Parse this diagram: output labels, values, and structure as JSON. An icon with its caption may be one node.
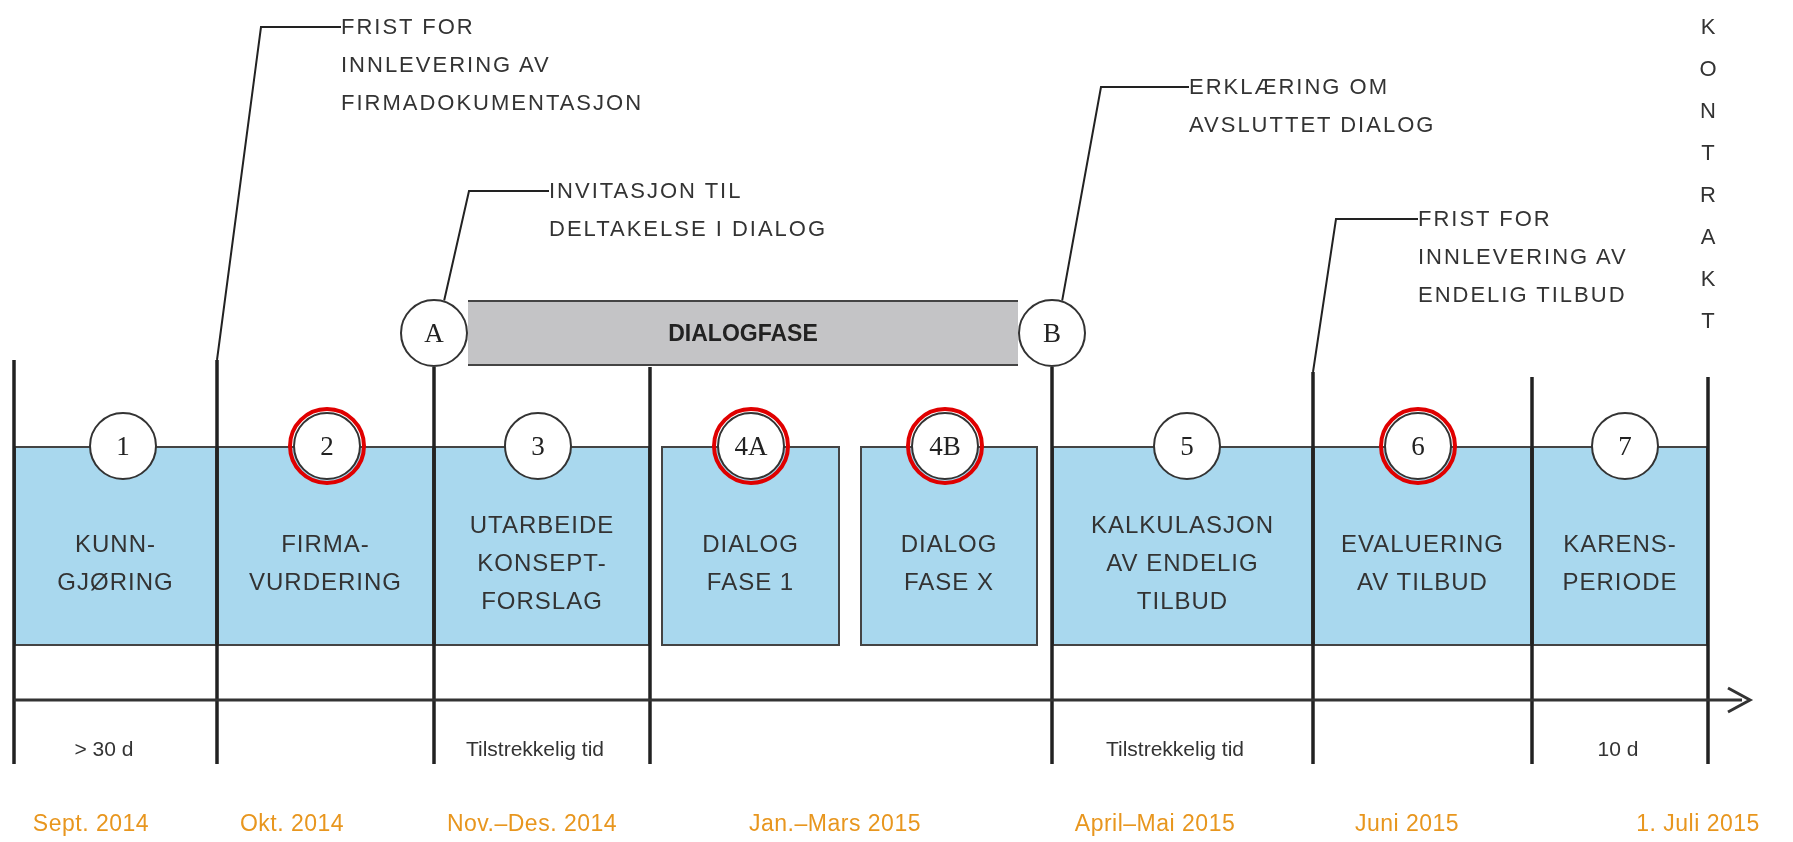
{
  "diagram": {
    "nodes": [
      {
        "text": [
          "FRIST FOR INNLEVERING AV FIRMADOKUMENTASJON"
        ]
      },
      {
        "text": [
          "INVITASJON TIL DELTAKELSE I DIALOG"
        ]
      },
      {
        "text": [
          "ERKLÆRING OM AVSLUTTET DIALOG"
        ]
      },
      {
        "text": [
          "FRIST FOR INNLEVERING AV ENDELIG TILBUD"
        ]
      },
      {
        "text": [
          "DIALOGFASE"
        ]
      },
      {
        "text": [
          "A"
        ]
      },
      {
        "text": [
          "B"
        ]
      },
      {
        "text": [
          "1"
        ]
      },
      {
        "text": [
          "KUNN- GJØRING"
        ]
      },
      {
        "text": [
          "2"
        ]
      },
      {
        "text": [
          "FIRMA- VURDERING"
        ]
      },
      {
        "text": [
          "3"
        ]
      },
      {
        "text": [
          "UTARBEIDE KONSEPT- FORSLAG"
        ]
      },
      {
        "text": [
          "4A"
        ]
      },
      {
        "text": [
          "DIALOG FASE 1"
        ]
      },
      {
        "text": [
          "4B"
        ]
      },
      {
        "text": [
          "DIALOG FASE X"
        ]
      },
      {
        "text": [
          "5"
        ]
      },
      {
        "text": [
          "KALKULASJON AV ENDELIG TILBUD"
        ]
      },
      {
        "text": [
          "6"
        ]
      },
      {
        "text": [
          "EVALUERING AV TILBUD"
        ]
      },
      {
        "text": [
          "7"
        ]
      },
      {
        "text": [
          "KARENS- PERIODE"
        ]
      }
    ],
    "edges": [
      {
        "from": 0,
        "to": null,
        "arrow": "none"
      },
      {
        "from": 1,
        "to": 5,
        "arrow": "none"
      },
      {
        "from": 2,
        "to": 6,
        "arrow": "none"
      },
      {
        "from": 3,
        "to": null,
        "arrow": "none"
      }
    ],
    "labels": [
      "KONTRAKT",
      "> 30 d",
      "Tilstrekkelig tid",
      "Tilstrekkelig tid",
      "10 d",
      "Sept. 2014",
      "Okt. 2014",
      "Nov.–Des. 2014",
      "Jan.–Mars 2015",
      "April–Mai 2015",
      "Juni 2015",
      "1. Juli 2015"
    ]
  }
}
